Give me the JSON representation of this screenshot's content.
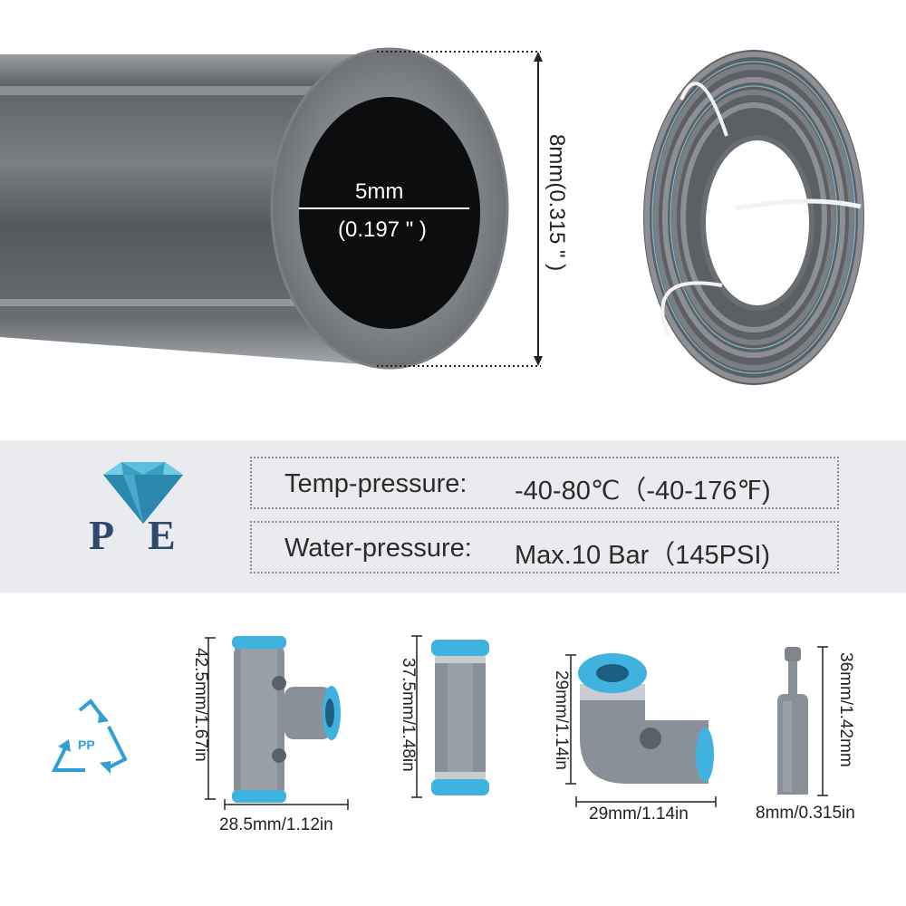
{
  "tube": {
    "inner_diameter": "5mm",
    "inner_diameter_in": "(0.197 \" )",
    "outer_diameter": "8mm(0.315 \" )"
  },
  "brand": {
    "logo_letters": "P E"
  },
  "specs": [
    {
      "label": "Temp-pressure:",
      "value": "-40-80℃（-40-176℉)"
    },
    {
      "label": "Water-pressure:",
      "value": "Max.10 Bar（145PSI)"
    }
  ],
  "recycle_badge": "PP",
  "fittings": {
    "tee": {
      "height": "42.5mm/1.67in",
      "width": "28.5mm/1.12in"
    },
    "straight": {
      "height": "37.5mm/1.48in"
    },
    "elbow": {
      "height": "29mm/1.14in",
      "width": "29mm/1.14in"
    },
    "plug": {
      "height": "36mm/1.42mm",
      "width": "8mm/0.315in"
    }
  },
  "colors": {
    "tube_gray": "#6b6f74",
    "fitting_gray": "#8a9098",
    "fitting_blue": "#3fb2e0",
    "banner_bg": "#e9ebee",
    "logo_teal": "#2f8fb0",
    "logo_navy": "#2d4a6e"
  }
}
